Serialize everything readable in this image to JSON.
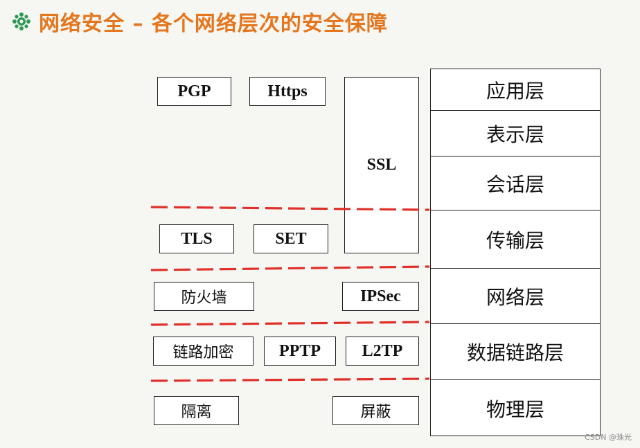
{
  "title": "网络安全 – 各个网络层次的安全保障",
  "title_icon": "bullet-icon",
  "colors": {
    "title": "#e4761d",
    "dashes": "#e0302a",
    "icon": "#2f9a55"
  },
  "protocols": {
    "pgp": "PGP",
    "https": "Https",
    "ssl": "SSL",
    "tls": "TLS",
    "set": "SET",
    "firewall": "防火墙",
    "ipsec": "IPSec",
    "link_encryption": "链路加密",
    "pptp": "PPTP",
    "l2tp": "L2TP",
    "isolation": "隔离",
    "shielding": "屏蔽"
  },
  "layers": [
    "应用层",
    "表示层",
    "会话层",
    "传输层",
    "网络层",
    "数据链路层",
    "物理层"
  ],
  "watermark": "CSDN @珠光"
}
